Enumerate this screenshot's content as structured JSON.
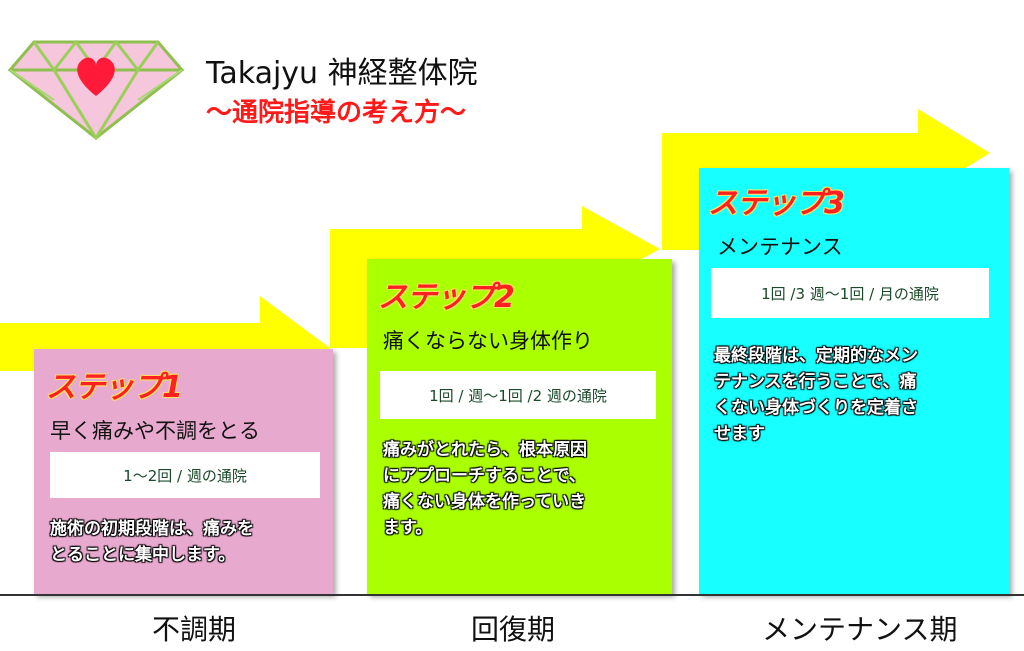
{
  "header": {
    "title": "Takajyu 神経整体院",
    "subtitle": "〜通院指導の考え方〜"
  },
  "logo": {
    "icon": "diamond-heart-icon"
  },
  "colors": {
    "arrow": "#ffff00",
    "step1_panel": "#e8a9cf",
    "step2_panel": "#aaff00",
    "step3_panel": "#17ffff",
    "step_label": "#ff2020",
    "subtitle": "#ff1a1a"
  },
  "steps": [
    {
      "label": "ステップ1",
      "headline": "早く痛みや不調をとる",
      "frequency": "1〜2回 / 週の通院",
      "description": [
        "施術の初期段階は、痛みを",
        "とることに集中します。"
      ],
      "period": "不調期"
    },
    {
      "label": "ステップ2",
      "headline": "痛くならない身体作り",
      "frequency": "1回 / 週〜1回 /2 週の通院",
      "description": [
        "痛みがとれたら、根本原因",
        "にアプローチすることで、",
        "痛くない身体を作っていき",
        "ます。"
      ],
      "period": "回復期"
    },
    {
      "label": "ステップ3",
      "headline": "メンテナンス",
      "frequency": "1回 /3 週〜1回 / 月の通院",
      "description": [
        "最終段階は、定期的なメン",
        "テナンスを行うことで、痛",
        "くない身体づくりを定着さ",
        "せます"
      ],
      "period": "メンテナンス期"
    }
  ]
}
